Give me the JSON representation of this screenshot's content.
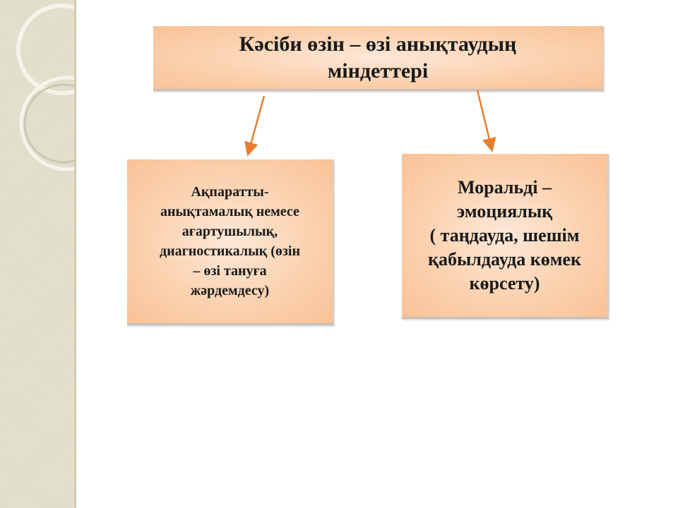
{
  "title": {
    "text": "Кәсіби өзін – өзі анықтаудың\nміндеттері"
  },
  "left_box": {
    "text": "Ақпаратты-\nанықтамалық немесе\nағартушылық,\nдиагностикалық (өзін\n– өзі тануға\nжәрдемдесу)"
  },
  "right_box": {
    "text": "Моральді –\nэмоциялық\n( таңдауда, шешім\nқабылдауда көмек\nкөрсету)"
  },
  "colors": {
    "box_fill": "#fbd0ac",
    "arrow": "#e87e2c",
    "sidebar": "#e2dfcc"
  }
}
